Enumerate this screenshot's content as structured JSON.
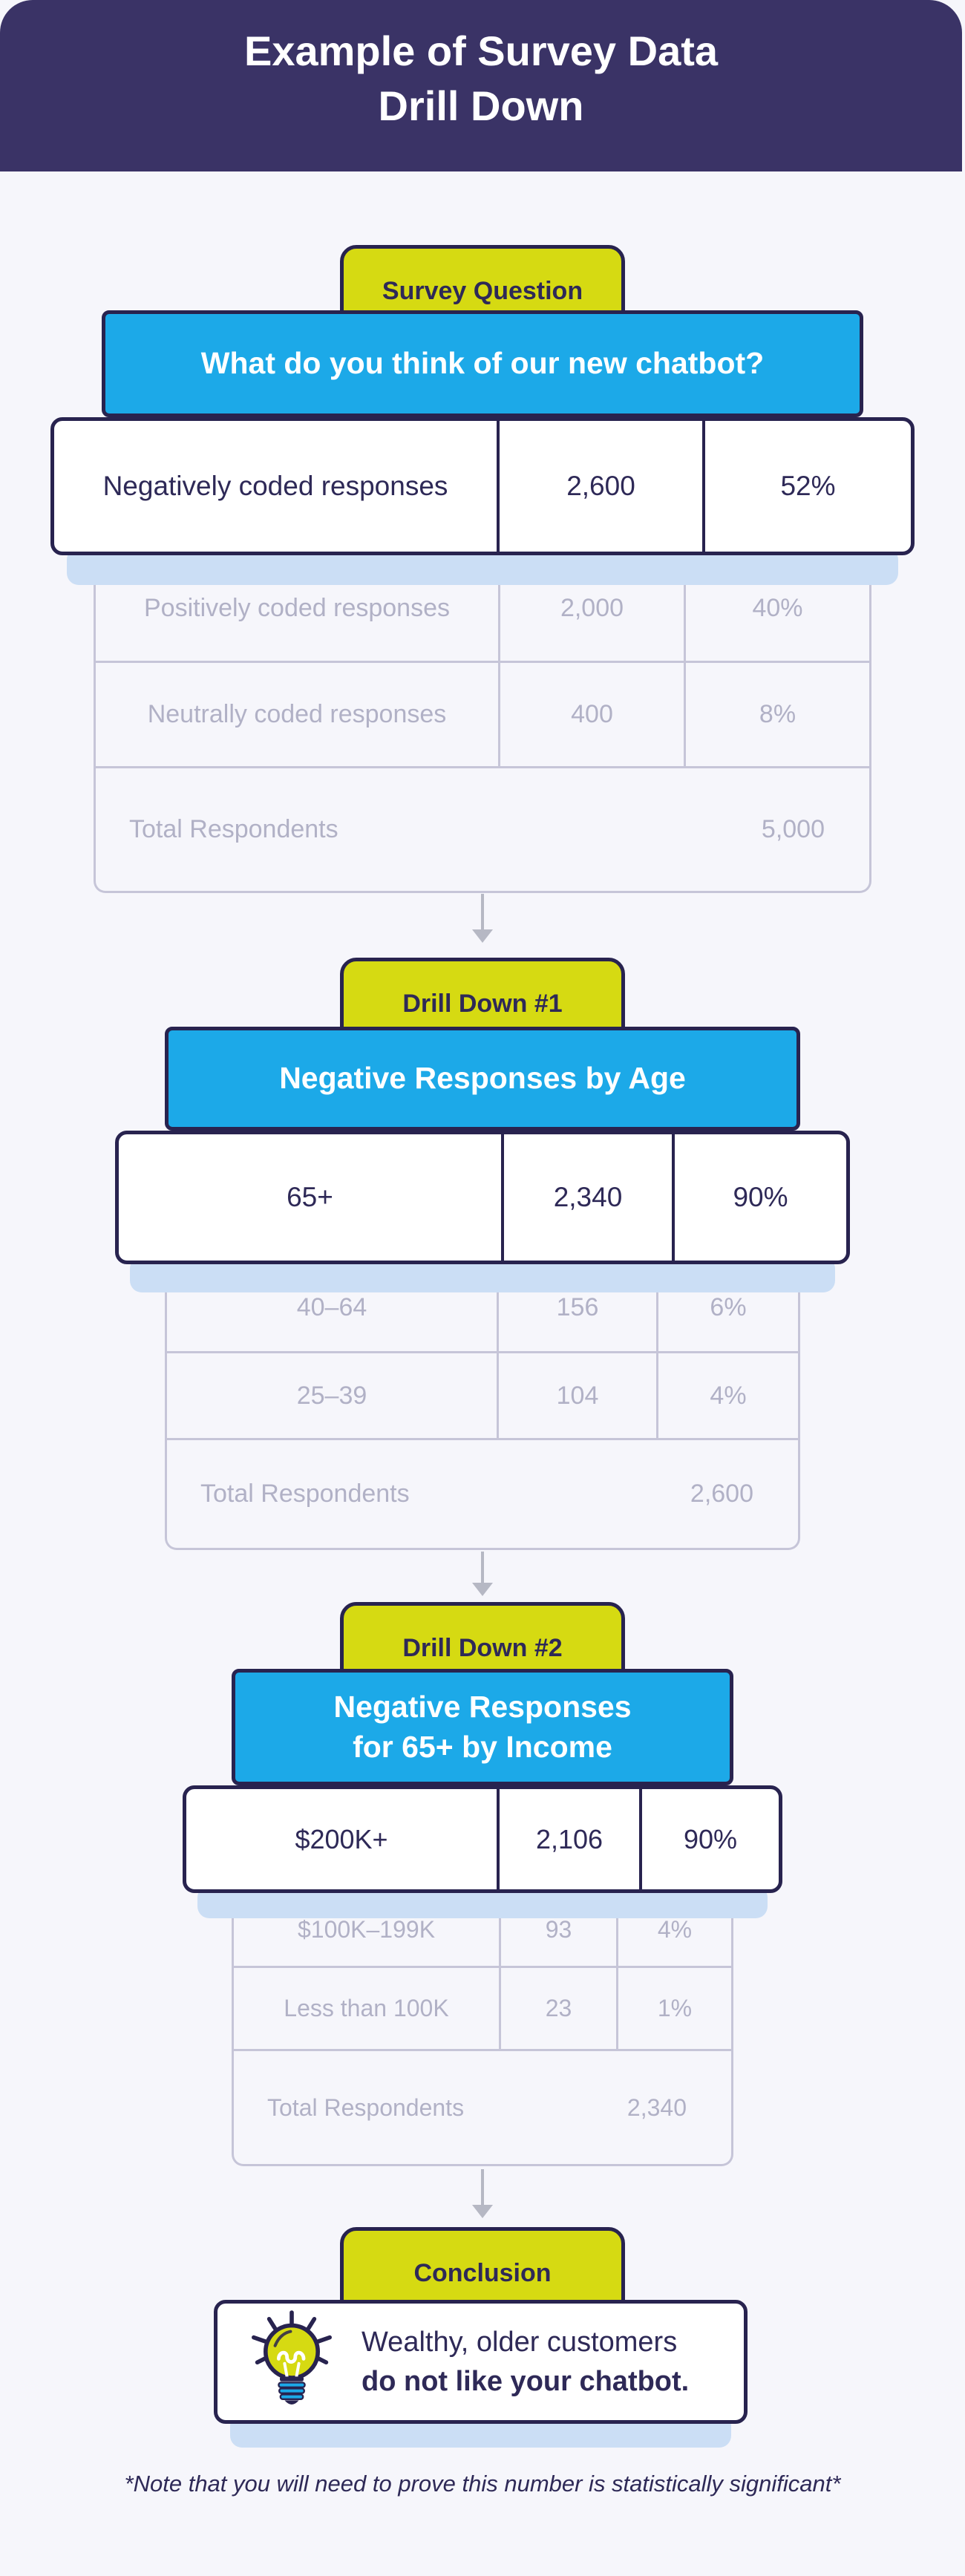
{
  "banner": {
    "title_line1": "Example of Survey Data",
    "title_line2": "Drill Down"
  },
  "sections": [
    {
      "badge": "Survey Question",
      "header_lines": [
        "What do you think of our new chatbot?"
      ],
      "highlight": {
        "label": "Negatively coded responses",
        "count": "2,600",
        "pct": "52%"
      },
      "rows": [
        {
          "label": "Positively coded responses",
          "count": "2,000",
          "pct": "40%"
        },
        {
          "label": "Neutrally coded responses",
          "count": "400",
          "pct": "8%"
        }
      ],
      "total": {
        "label": "Total Respondents",
        "value": "5,000"
      }
    },
    {
      "badge": "Drill Down #1",
      "header_lines": [
        "Negative Responses by Age"
      ],
      "highlight": {
        "label": "65+",
        "count": "2,340",
        "pct": "90%"
      },
      "rows": [
        {
          "label": "40–64",
          "count": "156",
          "pct": "6%"
        },
        {
          "label": "25–39",
          "count": "104",
          "pct": "4%"
        }
      ],
      "total": {
        "label": "Total Respondents",
        "value": "2,600"
      }
    },
    {
      "badge": "Drill Down #2",
      "header_lines": [
        "Negative Responses",
        "for 65+ by Income"
      ],
      "highlight": {
        "label": "$200K+",
        "count": "2,106",
        "pct": "90%"
      },
      "rows": [
        {
          "label": "$100K–199K",
          "count": "93",
          "pct": "4%"
        },
        {
          "label": "Less than 100K",
          "count": "23",
          "pct": "1%"
        }
      ],
      "total": {
        "label": "Total Respondents",
        "value": "2,340"
      }
    }
  ],
  "conclusion": {
    "badge": "Conclusion",
    "icon": "lightbulb-icon",
    "line1": "Wealthy, older customers",
    "line2": "do not like your chatbot."
  },
  "footnote": "*Note that you will need to prove this number is statistically significant*",
  "colors": {
    "banner_bg": "#3a3366",
    "navy": "#2e2957",
    "yellow": "#d6da12",
    "blue": "#1ca9e8",
    "faded_line": "#c6c5d8",
    "faded_text": "#b1b1c6",
    "row_shadow": "#cbdef5",
    "arrow": "#b6b8c4",
    "background": "#f6f6fb"
  }
}
